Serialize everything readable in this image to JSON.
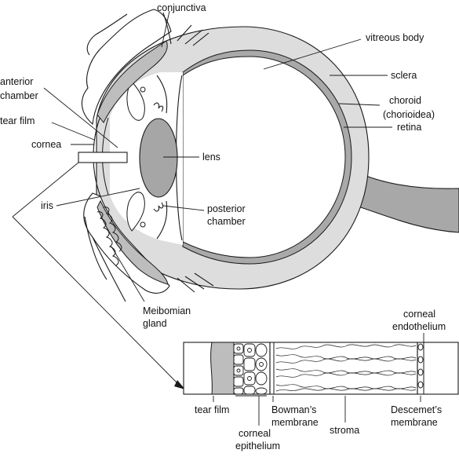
{
  "colors": {
    "sclera": "#dddddd",
    "choroid": "#a9a9a9",
    "lens": "#a6a6a6",
    "vitreous": "#ffffff",
    "line": "#1a1a1a",
    "tear_film_layer": "#bdbdbd"
  },
  "labels": {
    "conjunctiva": "conjunctiva",
    "vitreous_body": "vitreous body",
    "anterior_chamber": [
      "anterior",
      "chamber"
    ],
    "sclera": "sclera",
    "choroid": [
      "choroid",
      "(chorioidea)"
    ],
    "tear_film": "tear film",
    "retina": "retina",
    "cornea": "cornea",
    "lens": "lens",
    "iris": "iris",
    "posterior_chamber": [
      "posterior",
      "chamber"
    ],
    "meibomian_gland": [
      "Meibomian",
      "gland"
    ],
    "corneal_endothelium": [
      "corneal",
      "endothelium"
    ],
    "tear_film_detail": "tear film",
    "bowmans_membrane": [
      "Bowman’s",
      "membrane"
    ],
    "descemets_membrane": [
      "Descemet’s",
      "membrane"
    ],
    "corneal_epithelium": [
      "corneal",
      "epithelium"
    ],
    "stroma": "stroma"
  }
}
